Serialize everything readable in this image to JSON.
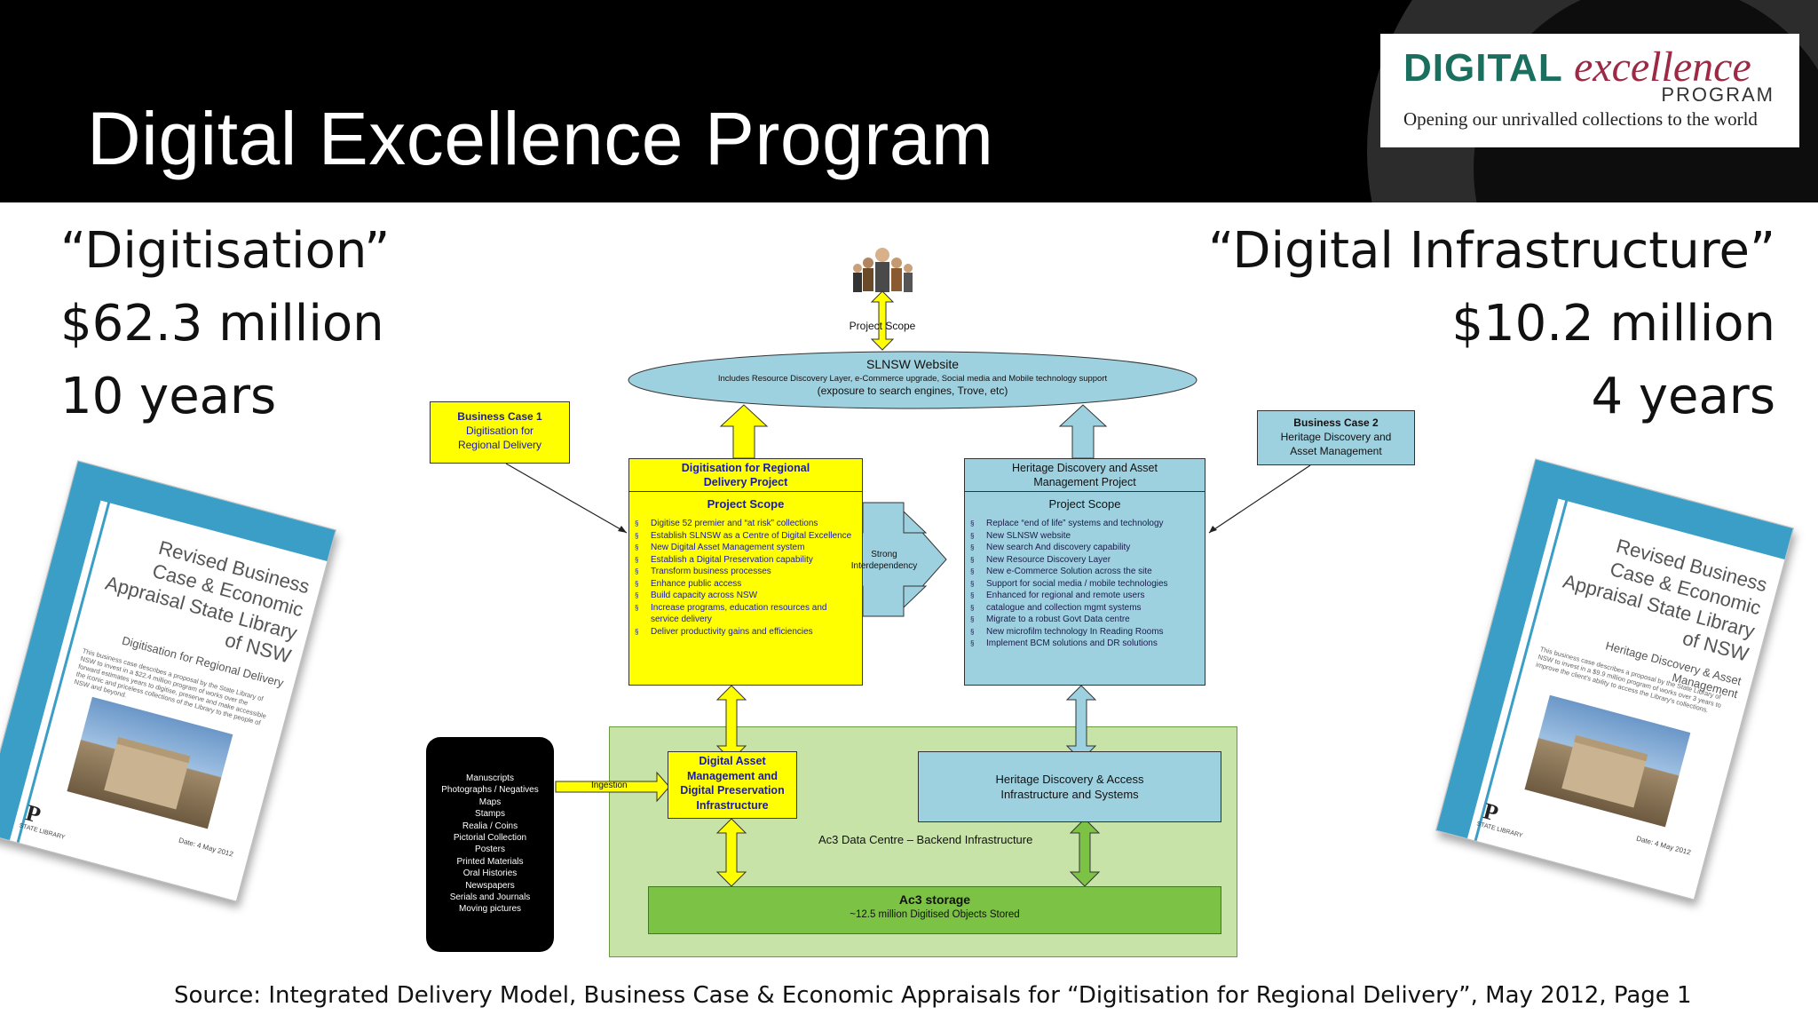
{
  "header": {
    "title": "Digital Excellence Program",
    "logo": {
      "digital": "DIGITAL",
      "excellence": "excellence",
      "program": "PROGRAM",
      "tagline": "Opening our unrivalled collections to the world"
    }
  },
  "left": {
    "line1": "“Digitisation”",
    "line2": "$62.3 million",
    "line3": "10 years"
  },
  "right": {
    "line1": "“Digital Infrastructure”",
    "line2": "$10.2 million",
    "line3": "4 years"
  },
  "doc_left": {
    "title": "Revised Business Case & Economic Appraisal State Library of NSW",
    "subtitle": "Digitisation for Regional Delivery",
    "body": "This business case describes a proposal by the State Library of NSW to invest in a $22.4 million program of works over the forward estimates years to digitise, preserve and make accessible the iconic and priceless collections of the Library to the people of NSW and beyond.",
    "date": "Date: 4 May 2012",
    "logo_text": "STATE LIBRARY"
  },
  "doc_right": {
    "title": "Revised Business Case & Economic Appraisal State Library of NSW",
    "subtitle": "Heritage Discovery & Asset Management",
    "body": "This business case describes a proposal by the State Library of NSW to invest in a $9.9 million program of works over 3 years to improve the client's ability to access the Library's collections.",
    "date": "Date: 4 May 2012",
    "logo_text": "STATE LIBRARY"
  },
  "diagram": {
    "project_scope_label": "Project Scope",
    "website": {
      "title": "SLNSW Website",
      "line1": "Includes Resource Discovery Layer, e-Commerce upgrade, Social media and Mobile technology support",
      "line2": "(exposure to search engines, Trove, etc)"
    },
    "bc1": {
      "title": "Business Case 1",
      "line1": "Digitisation for",
      "line2": "Regional Delivery"
    },
    "bc2": {
      "title": "Business Case 2",
      "line1": "Heritage Discovery and",
      "line2": "Asset Management"
    },
    "proj1": {
      "title1": "Digitisation for Regional",
      "title2": "Delivery Project",
      "scope": "Project Scope",
      "items": [
        "Digitise 52 premier and “at risk” collections",
        "Establish SLNSW as a Centre of Digital Excellence",
        "New Digital Asset Management system",
        "Establish a Digital Preservation capability",
        "Transform business processes",
        "Enhance public access",
        "Build capacity across NSW",
        "Increase programs, education resources and service delivery",
        "Deliver productivity gains and efficiencies"
      ]
    },
    "proj2": {
      "title1": "Heritage Discovery and Asset",
      "title2": "Management Project",
      "scope": "Project Scope",
      "items": [
        "Replace “end of life” systems and technology",
        "New SLNSW website",
        "New search And discovery capability",
        "New Resource Discovery Layer",
        "New e-Commerce Solution across the site",
        "Support for social media / mobile technologies",
        "Enhanced for regional and remote users",
        "catalogue and collection mgmt systems",
        "Migrate to a robust Govt Data centre",
        "New microfilm technology In Reading Rooms",
        "Implement BCM solutions and DR solutions"
      ]
    },
    "interdependency": {
      "line1": "Strong",
      "line2": "Interdependency"
    },
    "collections": [
      "Manuscripts",
      "Photographs / Negatives",
      "Maps",
      "Stamps",
      "Realia / Coins",
      "Pictorial Collection",
      "Posters",
      "Printed Materials",
      "Oral Histories",
      "Newspapers",
      "Serials and Journals",
      "Moving pictures"
    ],
    "ingestion": "Ingestion",
    "dam": {
      "line1": "Digital Asset",
      "line2": "Management and",
      "line3": "Digital Preservation",
      "line4": "Infrastructure"
    },
    "heritage_infra": {
      "line1": "Heritage Discovery & Access",
      "line2": "Infrastructure and Systems"
    },
    "datacentre": "Ac3 Data Centre – Backend Infrastructure",
    "storage": {
      "title": "Ac3 storage",
      "subtitle": "~12.5 million Digitised Objects Stored"
    }
  },
  "footer": "Source: Integrated Delivery Model, Business Case & Economic Appraisals for “Digitisation for Regional Delivery”, May 2012, Page 1",
  "colors": {
    "yellow": "#ffff00",
    "blue": "#9ed1e0",
    "green": "#7cc244",
    "pale_green": "#c8e3a8",
    "logo_green": "#1a6f5f",
    "logo_red": "#9d2a45"
  }
}
